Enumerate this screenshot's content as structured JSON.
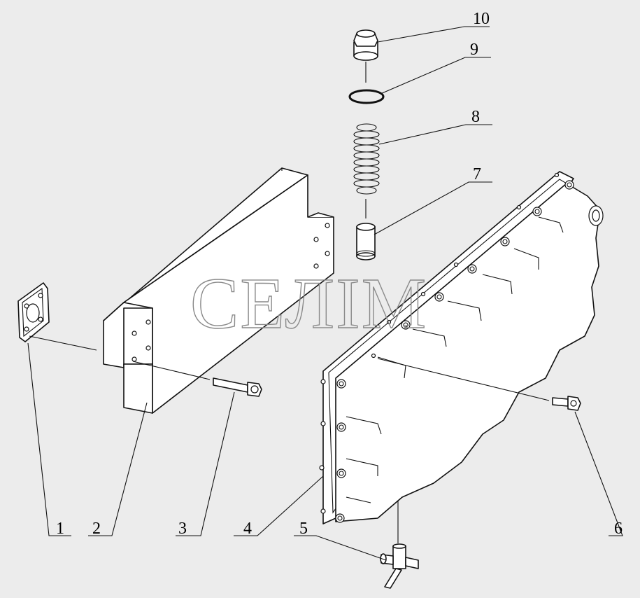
{
  "watermark": "СЕЛІМ",
  "callouts": [
    {
      "id": "1",
      "label": "1"
    },
    {
      "id": "2",
      "label": "2"
    },
    {
      "id": "3",
      "label": "3"
    },
    {
      "id": "4",
      "label": "4"
    },
    {
      "id": "5",
      "label": "5"
    },
    {
      "id": "6",
      "label": "6"
    },
    {
      "id": "7",
      "label": "7"
    },
    {
      "id": "8",
      "label": "8"
    },
    {
      "id": "9",
      "label": "9"
    },
    {
      "id": "10",
      "label": "10"
    }
  ],
  "colors": {
    "background": "#ececec",
    "line": "#111111",
    "watermark": "#8a8a8a"
  }
}
